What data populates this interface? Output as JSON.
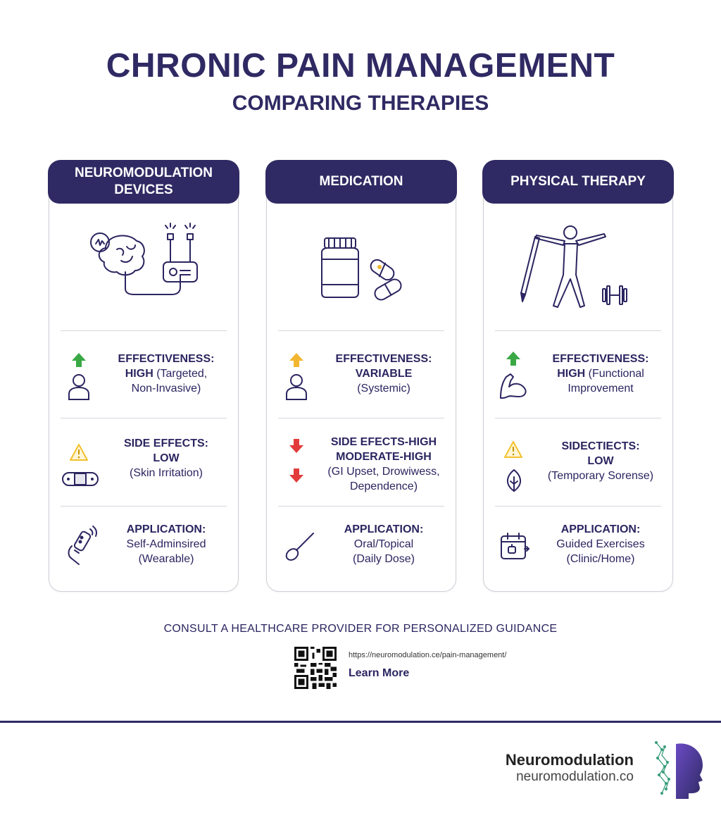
{
  "header": {
    "title": "CHRONIC PAIN MANAGEMENT",
    "subtitle": "COMPARING THERAPIES"
  },
  "cards": [
    {
      "title_line1": "NEUROMODULATION",
      "title_line2": "DEVICES",
      "effectiveness": {
        "label": "EFFECTIVENESS:",
        "level": "HIGH",
        "detail1": "(Targeted,",
        "detail2": "Non-Invasive)"
      },
      "side_effects": {
        "label": "SIDE EFFECTS:",
        "level": "LOW",
        "detail": "(Skin Irritation)"
      },
      "application": {
        "label": "APPLICATION:",
        "line1": "Self-Adminsired",
        "line2": "(Wearable)"
      }
    },
    {
      "title_line1": "MEDICATION",
      "effectiveness": {
        "label": "EFFECTIVENESS:",
        "level": "VARIABLE",
        "detail1": "(Systemic)"
      },
      "side_effects": {
        "label": "SIDE EFECTS-HIGH",
        "level": "MODERATE-HIGH",
        "detail1": "(GI Upset, Drowiwess,",
        "detail2": "Dependence)"
      },
      "application": {
        "label": "APPLICATION:",
        "line1": "Oral/Topical",
        "line2": "(Daily Dose)"
      }
    },
    {
      "title_line1": "PHYSICAL THERAPY",
      "effectiveness": {
        "label": "EFFECTIVENESS:",
        "level": "HIGH",
        "detail1": "(Functional",
        "detail2": "Improvement"
      },
      "side_effects": {
        "label": "SIDECTIECTS:",
        "level": "LOW",
        "detail": "(Temporary Sorense)"
      },
      "application": {
        "label": "APPLICATION:",
        "line1": "Guided Exercises",
        "line2": "(Clinic/Home)"
      }
    }
  ],
  "footer": {
    "consult": "CONSULT A HEALTHCARE PROVIDER FOR PERSONALIZED GUIDANCE",
    "url": "https://neuromodulation.ce/pain-management/",
    "learn_more": "Learn More",
    "brand_name": "Neuromodulation",
    "brand_url": "neuromodulation.co"
  },
  "colors": {
    "primary": "#2f2a63",
    "up_green": "#3aa845",
    "up_yellow": "#f2b632",
    "down_red": "#e23b3b",
    "warning_yellow": "#f2c12e"
  },
  "icons": {
    "brain_device": "brain-device-icon",
    "medication": "pill-bottle-icon",
    "exercise": "stretching-person-icon"
  }
}
